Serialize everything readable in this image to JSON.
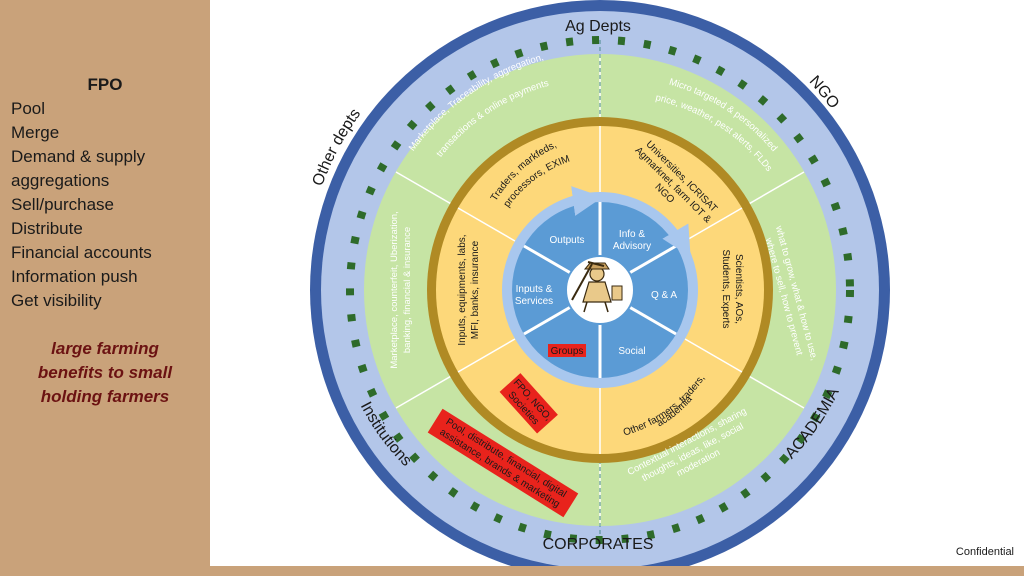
{
  "sidebar": {
    "title": "FPO",
    "items": [
      "Pool",
      "Merge",
      "Demand & supply",
      "aggregations",
      "Sell/purchase",
      "Distribute",
      "Financial accounts",
      "Information push",
      "Get visibility"
    ],
    "tagline_lines": [
      "large farming",
      "benefits to small",
      "holding farmers"
    ]
  },
  "outer_ring": {
    "top": "Ag Depts",
    "bottom": "CORPORATES",
    "left_top": "Other depts",
    "left_bottom": "Institutions",
    "right_top": "NGO",
    "right_bottom": "ACADEMIA"
  },
  "green_ring": {
    "top_left": [
      "Marketplace, Traceability, aggregation,",
      "transactions & online payments"
    ],
    "top_right": [
      "Micro targeted & personalized",
      "price, weather, pest alerts, FLDs"
    ],
    "left": [
      "Marketplace, counterfeit, Uberization,",
      "banking, financial & insurance"
    ],
    "right": [
      "what to grow, what & how to use,",
      "where to sell, how to prevent"
    ],
    "bottom_right": [
      "Contextual interactions, sharing",
      "thoughts, ideas, like, social",
      "moderation"
    ]
  },
  "yellow_ring": {
    "top_left": [
      "Traders, markfeds,",
      "processors, EXIM"
    ],
    "top_right": [
      "Universities, ICRISAT",
      "Agmarknet, farm IOT &",
      "NGO"
    ],
    "left": [
      "Inputs, equipments, labs,",
      "MFI, banks, insurance"
    ],
    "right": [
      "Scientists, AOs,",
      "Students, Experts"
    ],
    "bottom_right": [
      "Other farmers, traders,",
      "academia"
    ],
    "bottom_left_red": [
      "FPO, NGO,",
      "Societies"
    ],
    "bottom_red": [
      "Pool, distribute, financial, digital",
      "assistance, brands & marketing"
    ]
  },
  "inner_circle": {
    "outputs": "Outputs",
    "info_advisory": [
      "Info &",
      "Advisory"
    ],
    "inputs_services": [
      "Inputs &",
      "Services"
    ],
    "qa": "Q & A",
    "groups": "Groups",
    "social": "Social",
    "center_icon": "farmer-icon"
  },
  "footer": {
    "confidential": "Confidential"
  },
  "colors": {
    "sidebar": "#c9a27a",
    "outer_ring": "#3c5fa6",
    "blue_band": "#b3c6e9",
    "green_band": "#c6e4a4",
    "dash": "#2e6b2a",
    "gold_ring": "#b08a24",
    "yellow_band": "#fdd87a",
    "light_blue": "#a8c7ee",
    "inner_blue": "#5b9bd5",
    "red_highlight": "#e8231c",
    "tagline": "#6b1212"
  }
}
